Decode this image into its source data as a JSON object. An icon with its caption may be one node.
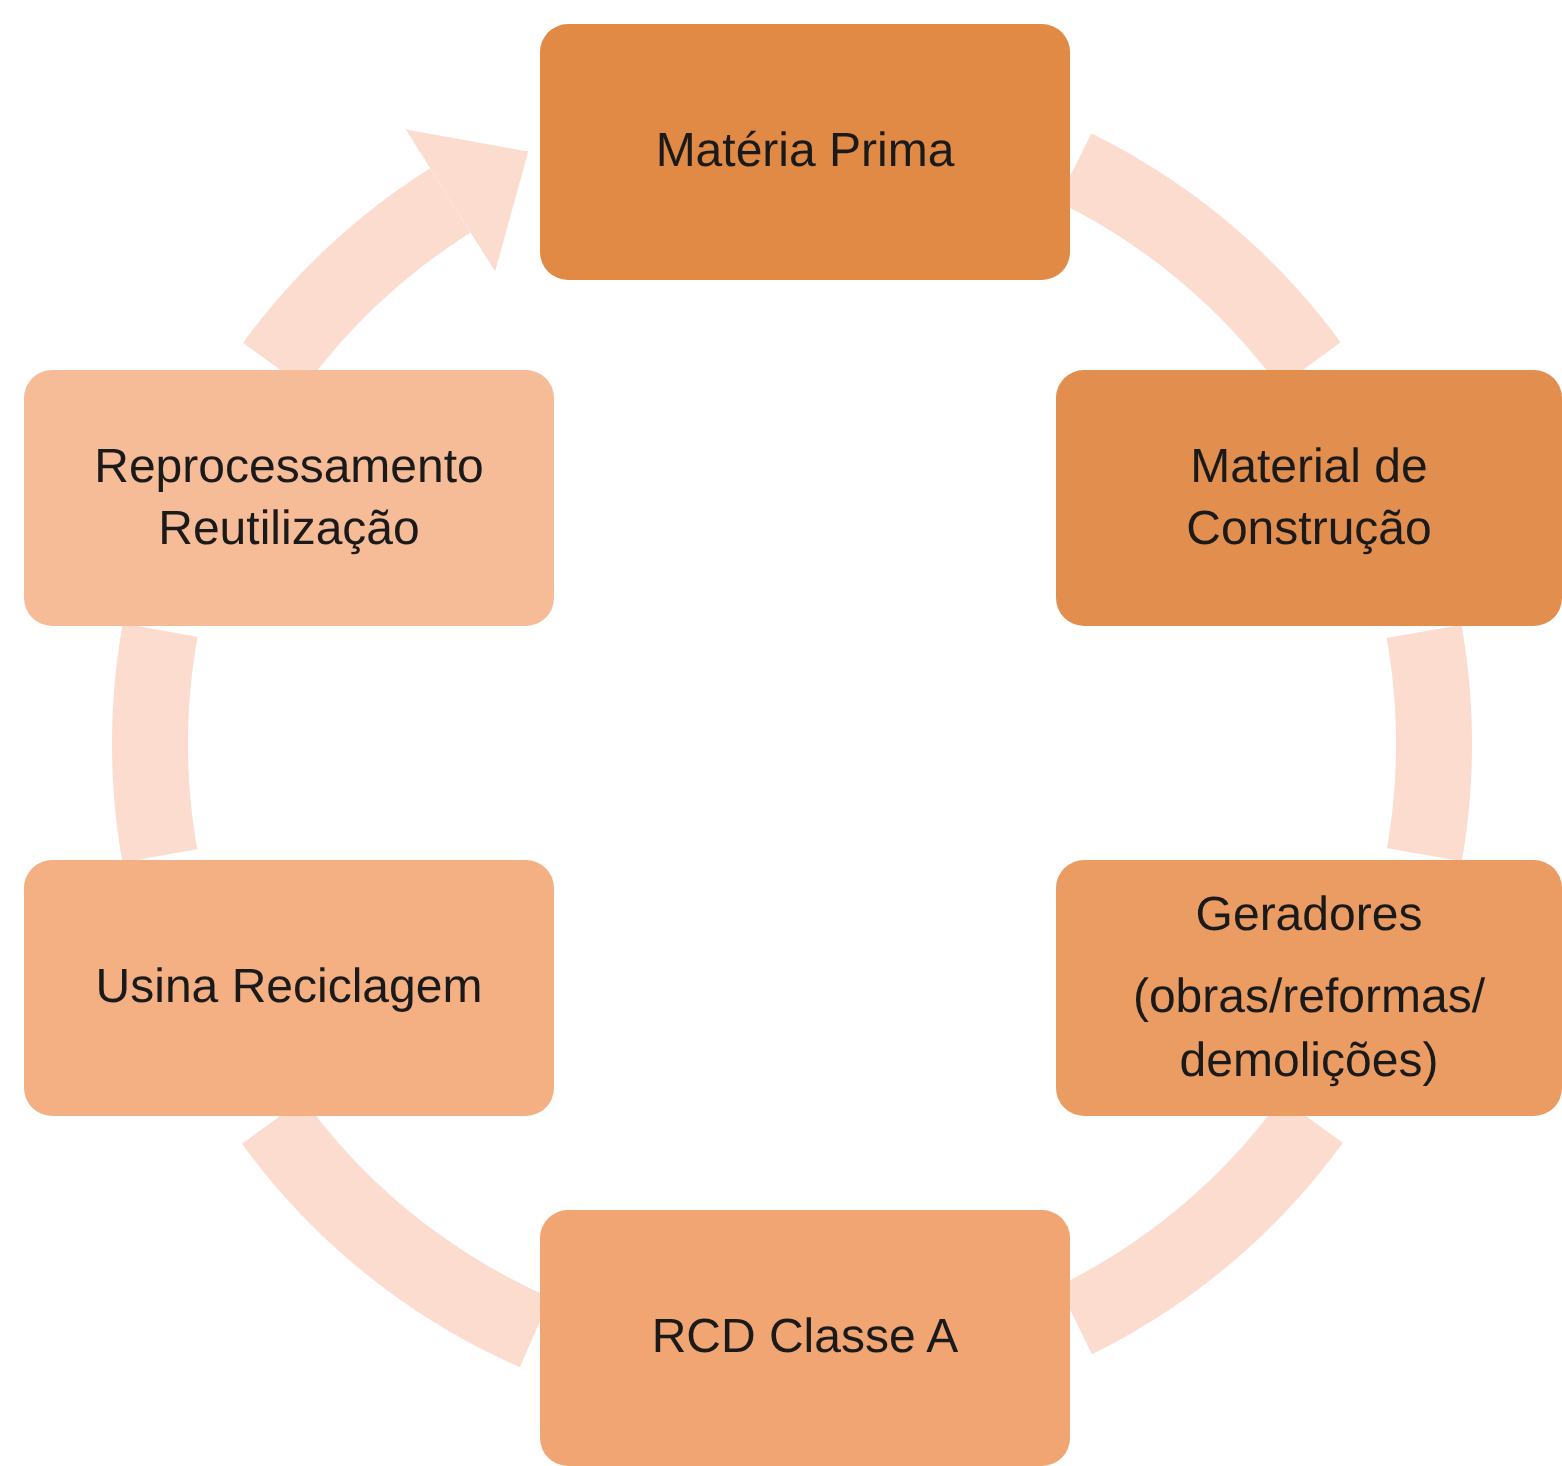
{
  "diagram": {
    "nodes": [
      {
        "text": [
          "Matéria Prima"
        ]
      },
      {
        "text": [
          "Material de Construção"
        ]
      },
      {
        "text": [
          "Geradores",
          "(obras/reformas/ demolições)"
        ]
      },
      {
        "text": [
          "RCD Classe A"
        ]
      },
      {
        "text": [
          "Usina Reciclagem"
        ]
      },
      {
        "text": [
          "Reprocessamento Reutilização"
        ]
      }
    ],
    "edges": [
      {
        "from": 0,
        "to": 1,
        "arrow": "none"
      },
      {
        "from": 1,
        "to": 2,
        "arrow": "none"
      },
      {
        "from": 2,
        "to": 3,
        "arrow": "none"
      },
      {
        "from": 3,
        "to": 4,
        "arrow": "none"
      },
      {
        "from": 4,
        "to": 5,
        "arrow": "none"
      },
      {
        "from": 5,
        "to": 0,
        "arrow": "to"
      }
    ]
  }
}
